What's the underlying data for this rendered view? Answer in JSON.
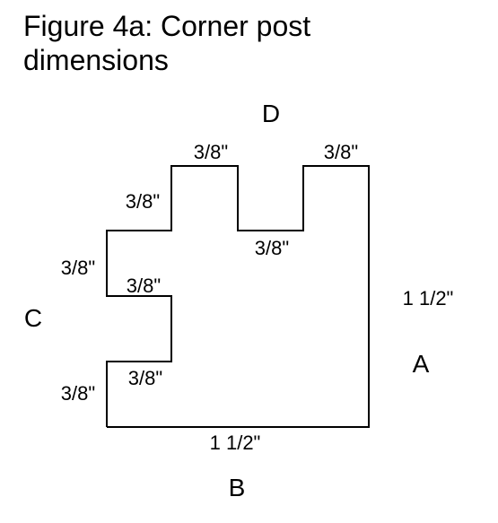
{
  "title": "Figure 4a: Corner post dimensions",
  "side_labels": {
    "a": "A",
    "b": "B",
    "c": "C",
    "d": "D"
  },
  "dimensions": {
    "top_left_notch_width": "3/8\"",
    "top_right_notch_width": "3/8\"",
    "upper_left_step_height": "3/8\"",
    "notch_bottom_width": "3/8\"",
    "left_outer_height": "3/8\"",
    "left_step_width": "3/8\"",
    "lower_step_width": "3/8\"",
    "bottom_left_height": "3/8\"",
    "right_height": "1 1/2\"",
    "bottom_width": "1 1/2\""
  },
  "colors": {
    "line": "#000000",
    "background": "#ffffff"
  }
}
